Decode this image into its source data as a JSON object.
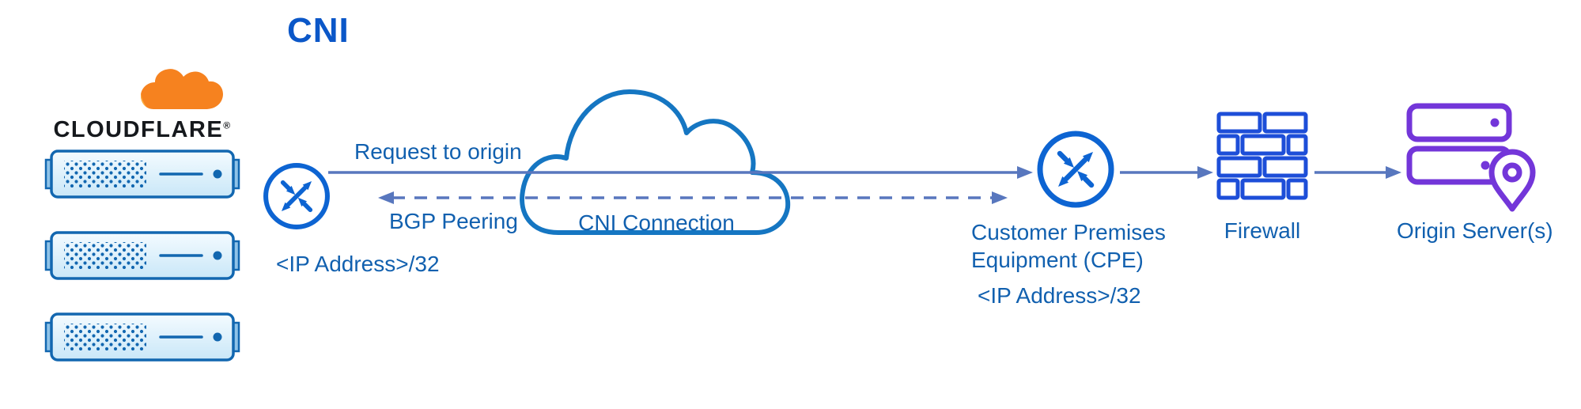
{
  "title": "CNI",
  "brand": {
    "name": "CLOUDFLARE",
    "mark": "®"
  },
  "nodes": {
    "cf_router": {
      "ip": "<IP Address>/32"
    },
    "cloud": {
      "label": "CNI Connection"
    },
    "cpe": {
      "name_line1": "Customer Premises",
      "name_line2": "Equipment (CPE)",
      "ip": "<IP Address>/32"
    },
    "firewall": {
      "label": "Firewall"
    },
    "origin": {
      "label": "Origin Server(s)"
    }
  },
  "flows": {
    "request_to_origin": "Request to origin",
    "bgp_peering": "BGP Peering"
  },
  "colors": {
    "title": "#0B57C8",
    "label": "#1160AF",
    "router": "#0D64D2",
    "cloud_stroke": "#1576C2",
    "arrow": "#5877BE",
    "firewall": "#1D4ED8",
    "origin": "#7336D9",
    "server_border": "#1267B0",
    "server_tab": "#8FC3E8",
    "cf_orange": "#F6821F",
    "cf_orange_light": "#FBAD41",
    "brand_text": "#16191D"
  }
}
